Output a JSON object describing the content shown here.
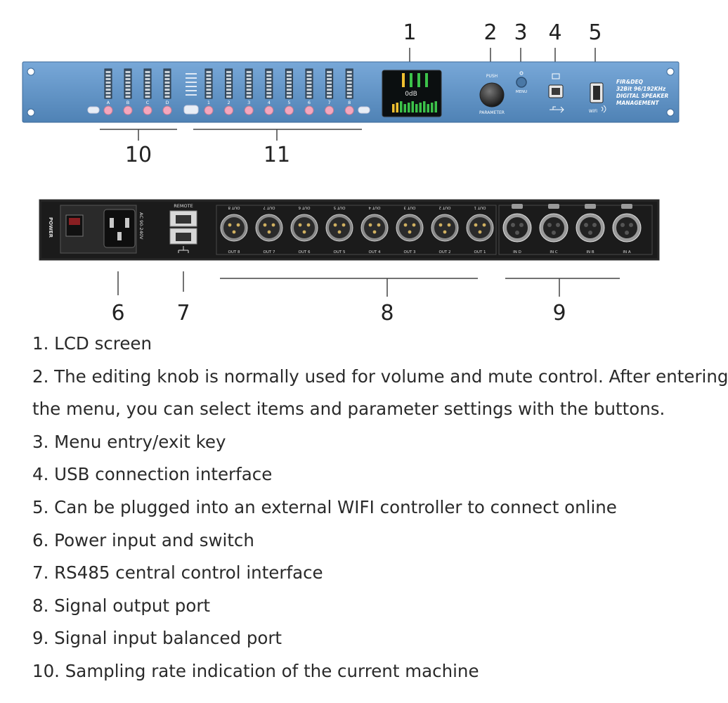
{
  "callouts": {
    "front": [
      "1",
      "2",
      "3",
      "4",
      "5",
      "10",
      "11"
    ],
    "rear": [
      "6",
      "7",
      "8",
      "9"
    ]
  },
  "front_panel": {
    "knob_top": "PUSH",
    "knob_bottom": "PARAMETER",
    "menu_label": "MENU",
    "wifi_label": "WiFi",
    "brand_lines": [
      "FIR&DEQ",
      "32Bit 96/192KHz",
      "DIGITAL SPEAKER",
      "MANAGEMENT"
    ],
    "lcd_db": "0dB",
    "input_channels": [
      "A",
      "B",
      "C",
      "D"
    ],
    "output_channels": [
      "1",
      "2",
      "3",
      "4",
      "5",
      "6",
      "7",
      "8"
    ]
  },
  "rear_panel": {
    "power_label": "POWER",
    "ac_label": "AC 90-240V",
    "remote_label": "REMOTE",
    "outputs": [
      "OUT 8",
      "OUT 7",
      "OUT 6",
      "OUT 5",
      "OUT 4",
      "OUT 3",
      "OUT 2",
      "OUT 1"
    ],
    "inputs": [
      "IN D",
      "IN C",
      "IN B",
      "IN A"
    ]
  },
  "legend": [
    "1. LCD screen",
    "2. The editing knob is normally used for volume and mute control. After entering",
    "the menu, you can select items and parameter settings with the buttons.",
    "3. Menu entry/exit key",
    "4. USB connection interface",
    "5. Can be plugged into an external WIFI controller to connect online",
    "6. Power input and switch",
    "7. RS485 central control interface",
    "8. Signal output port",
    "9. Signal input balanced port",
    "10. Sampling rate indication of the current machine"
  ],
  "colors": {
    "panel_blue": "#5f93c6",
    "rear_black": "#1b1b1b",
    "button_pink": "#f4a7bd"
  }
}
